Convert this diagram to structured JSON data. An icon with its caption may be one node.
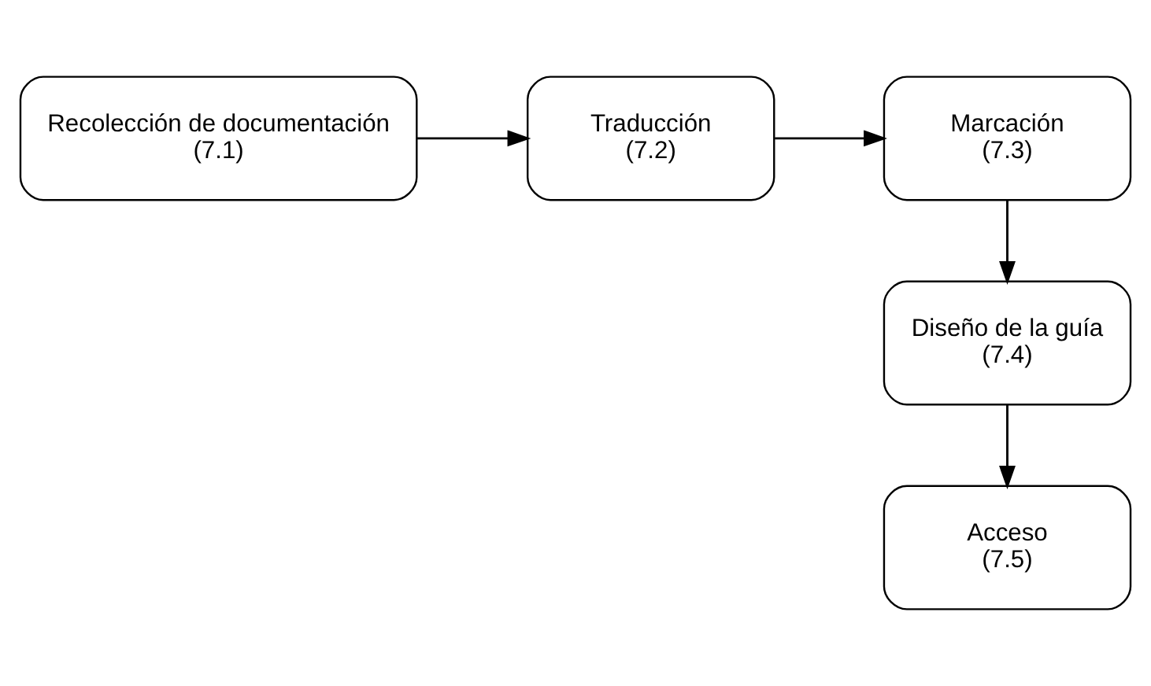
{
  "diagram": {
    "nodes": [
      {
        "text": [
          "Recolección de documentación",
          "(7.1)"
        ]
      },
      {
        "text": [
          "Traducción",
          "(7.2)"
        ]
      },
      {
        "text": [
          "Marcación",
          "(7.3)"
        ]
      },
      {
        "text": [
          "Diseño de la guía",
          "(7.4)"
        ]
      },
      {
        "text": [
          "Acceso",
          "(7.5)"
        ]
      }
    ],
    "edges": [
      {
        "from": 0,
        "to": 1,
        "arrow": "to"
      },
      {
        "from": 1,
        "to": 2,
        "arrow": "to"
      },
      {
        "from": 2,
        "to": 3,
        "arrow": "to"
      },
      {
        "from": 3,
        "to": 4,
        "arrow": "to"
      }
    ]
  }
}
